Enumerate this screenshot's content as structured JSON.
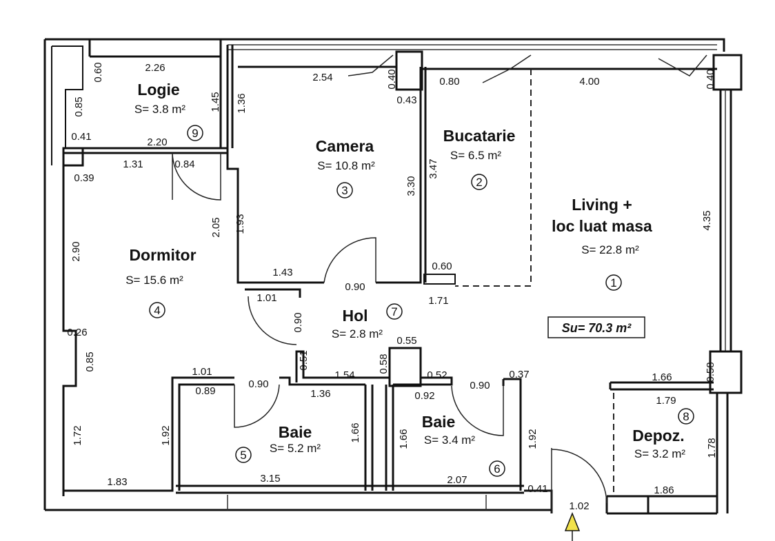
{
  "rooms": {
    "logie": {
      "name": "Logie",
      "area": "S= 3.8 m²",
      "number": "9"
    },
    "camera": {
      "name": "Camera",
      "area": "S= 10.8 m²",
      "number": "3"
    },
    "bucatarie": {
      "name": "Bucatarie",
      "area": "S= 6.5 m²",
      "number": "2"
    },
    "living": {
      "name_line1": "Living +",
      "name_line2": "loc luat masa",
      "area": "S= 22.8 m²",
      "number": "1"
    },
    "dormitor": {
      "name": "Dormitor",
      "area": "S= 15.6 m²",
      "number": "4"
    },
    "hol": {
      "name": "Hol",
      "area": "S= 2.8 m²",
      "number": "7"
    },
    "baie5": {
      "name": "Baie",
      "area": "S= 5.2 m²",
      "number": "5"
    },
    "baie6": {
      "name": "Baie",
      "area": "S= 3.4 m²",
      "number": "6"
    },
    "depoz": {
      "name": "Depoz.",
      "area": "S= 3.2 m²",
      "number": "8"
    }
  },
  "total_area": "Su= 70.3 m²",
  "entrance_arrow_color": "#f2e24a",
  "dims": [
    "0.60",
    "2.26",
    "0.85",
    "1.45",
    "0.41",
    "2.20",
    "1.31",
    "0.84",
    "0.39",
    "2.54",
    "1.36",
    "0.40",
    "0.43",
    "0.80",
    "4.00",
    "0.40",
    "3.47",
    "3.30",
    "2.05",
    "1.93",
    "2.90",
    "4.35",
    "0.60",
    "1.43",
    "0.90",
    "1.01",
    "1.71",
    "0.90",
    "0.26",
    "0.85",
    "0.55",
    "0.51",
    "0.58",
    "1.54",
    "0.52",
    "0.37",
    "1.66",
    "0.58",
    "1.01",
    "0.90",
    "0.89",
    "1.36",
    "0.92",
    "0.90",
    "1.79",
    "1.72",
    "1.92",
    "1.66",
    "1.66",
    "1.92",
    "1.78",
    "1.83",
    "3.15",
    "2.07",
    "0.41",
    "1.86",
    "1.02"
  ]
}
